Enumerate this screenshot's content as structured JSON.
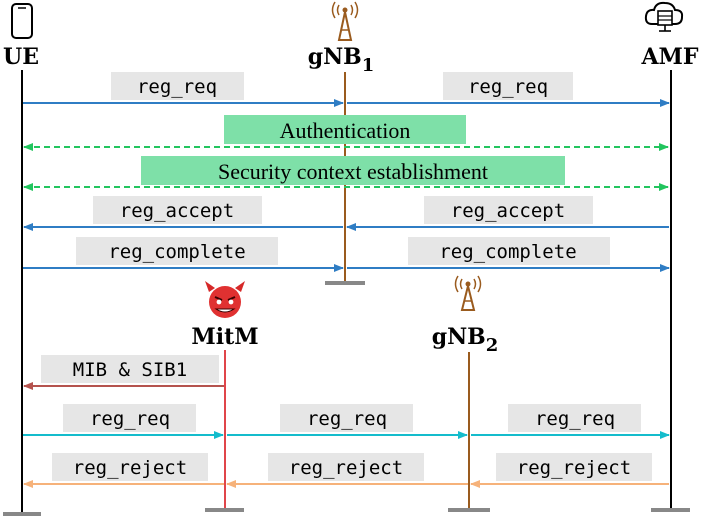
{
  "entities": {
    "ue": "UE",
    "gnb1": {
      "base": "gNB",
      "sub": "1"
    },
    "amf": "AMF",
    "mitm": "MitM",
    "gnb2": {
      "base": "gNB",
      "sub": "2"
    }
  },
  "messages": {
    "reg_req": "reg_req",
    "reg_accept": "reg_accept",
    "reg_complete": "reg_complete",
    "mib_sib": "MIB & SIB1",
    "reg_reject": "reg_reject"
  },
  "procedures": {
    "authentication": "Authentication",
    "security_context": "Security context establishment"
  },
  "colors": {
    "lifeline": "#000000",
    "gnb1_line": "#9a5b1e",
    "gnb2_line": "#9a5b1e",
    "mitm_line": "#e0454a",
    "blue_arrow": "#2f7dc4",
    "green_arrow": "#22c55e",
    "green_box": "#7ee0a8",
    "red_arrow": "#b5534e",
    "cyan_arrow": "#14bccc",
    "orange_arrow": "#f6b27a",
    "label_bg": "#e6e6e6",
    "ground": "#888888"
  },
  "icons": {
    "ue": "phone-icon",
    "gnb": "antenna-tower-icon",
    "amf": "cloud-server-icon",
    "mitm": "devil-icon"
  }
}
